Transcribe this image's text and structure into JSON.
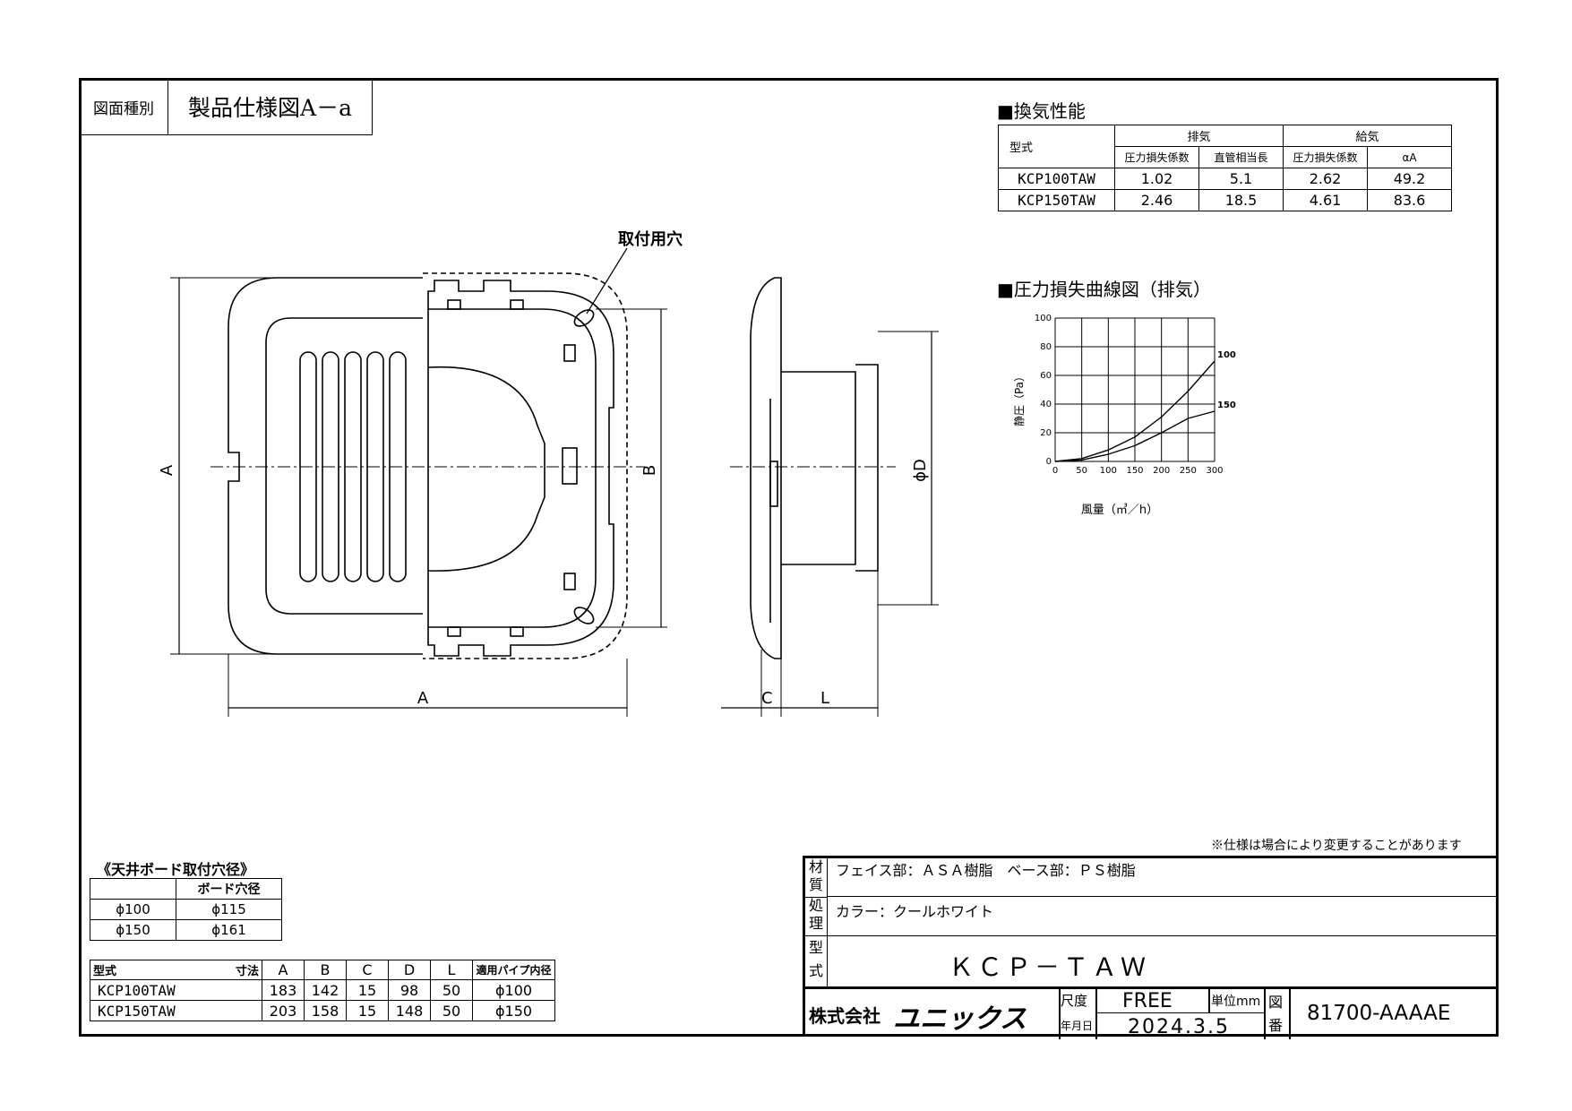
{
  "header": {
    "type_label": "図面種別",
    "type_value": "製品仕様図A－a"
  },
  "ventilation": {
    "title": "■換気性能",
    "col_model": "型式",
    "col_exhaust": "排気",
    "col_supply": "給気",
    "sub_cols": [
      "圧力損失係数",
      "直管相当長",
      "圧力損失係数",
      "αA"
    ],
    "rows": [
      {
        "model": "KCP100TAW",
        "v1": "1.02",
        "v2": "5.1",
        "v3": "2.62",
        "v4": "49.2"
      },
      {
        "model": "KCP150TAW",
        "v1": "2.46",
        "v2": "18.5",
        "v3": "4.61",
        "v4": "83.6"
      }
    ]
  },
  "curve": {
    "title": "■圧力損失曲線図（排気）"
  },
  "chart_data": {
    "type": "line",
    "xlabel": "風量（㎥／h）",
    "ylabel": "静圧（Pa）",
    "x_ticks": [
      0,
      50,
      100,
      150,
      200,
      250,
      300
    ],
    "y_ticks": [
      0,
      20,
      40,
      60,
      80,
      100
    ],
    "xlim": [
      0,
      300
    ],
    "ylim": [
      0,
      100
    ],
    "grid": true,
    "series": [
      {
        "name": "100",
        "x": [
          0,
          50,
          100,
          150,
          200,
          250,
          300
        ],
        "y": [
          0,
          2,
          8,
          17,
          31,
          49,
          70
        ]
      },
      {
        "name": "150",
        "x": [
          0,
          50,
          100,
          150,
          200,
          250,
          300
        ],
        "y": [
          0,
          1,
          5,
          11,
          20,
          30,
          35
        ]
      }
    ]
  },
  "drawing": {
    "mount_hole_label": "取付用穴",
    "dim_A": "A",
    "dim_B": "B",
    "dim_C": "C",
    "dim_L": "L",
    "dim_D": "ϕD"
  },
  "board": {
    "title": "《天井ボード取付穴径》",
    "header": "ボード穴径",
    "rows": [
      {
        "size": "ϕ100",
        "hole": "ϕ115"
      },
      {
        "size": "ϕ150",
        "hole": "ϕ161"
      }
    ]
  },
  "dims": {
    "corner_model": "型式",
    "corner_dim": "寸法",
    "cols": [
      "A",
      "B",
      "C",
      "D",
      "L",
      "適用パイプ内径"
    ],
    "rows": [
      {
        "model": "KCP100TAW",
        "A": "183",
        "B": "142",
        "C": "15",
        "D": "98",
        "L": "50",
        "pipe": "ϕ100"
      },
      {
        "model": "KCP150TAW",
        "A": "203",
        "B": "158",
        "C": "15",
        "D": "148",
        "L": "50",
        "pipe": "ϕ150"
      }
    ]
  },
  "notice": "※仕様は場合により変更することがあります",
  "title_block": {
    "material_label": "材質",
    "material_value": "フェイス部：ＡＳＡ樹脂　ベース部：ＰＳ樹脂",
    "finish_label": "処理",
    "finish_value": "カラー：クールホワイト",
    "model_label": "型式",
    "model_value": "ＫＣＰ－ＴＡＷ",
    "company": "株式会社",
    "brand": "ユニックス",
    "scale_label": "尺度",
    "scale_value": "FREE",
    "unit_label": "単位mm",
    "date_label": "年月日",
    "date_value": "2024.3.5",
    "drawing_no_label": "図番",
    "drawing_no": "81700-AAAAE"
  }
}
